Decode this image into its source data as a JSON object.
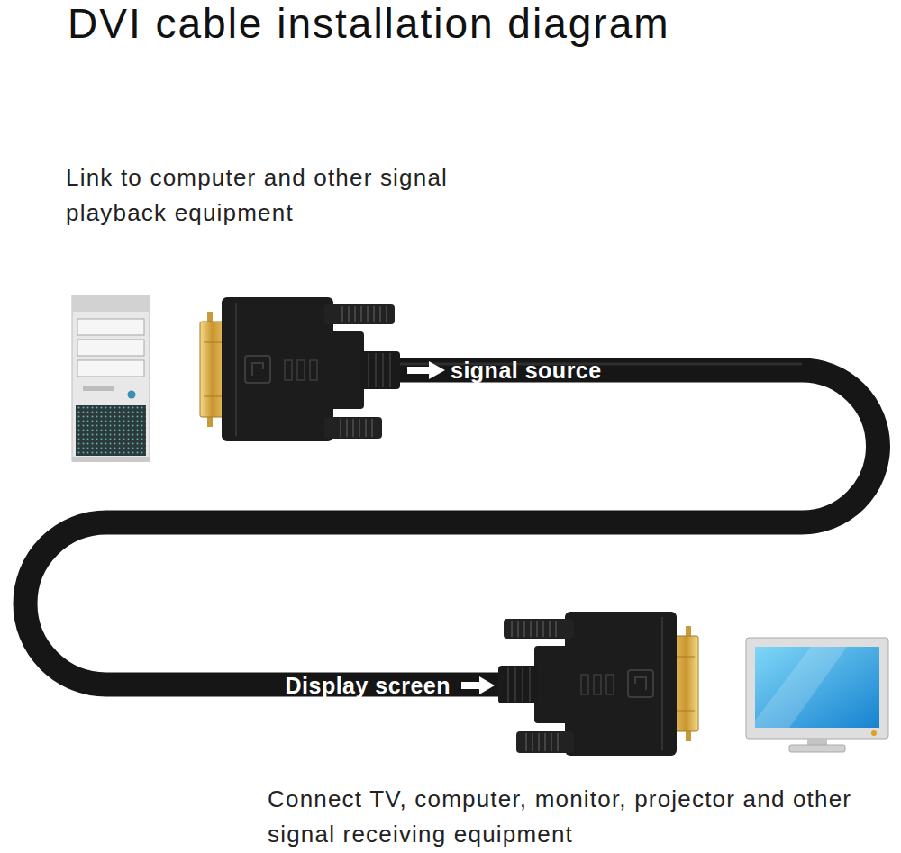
{
  "diagram": {
    "title": "DVI cable installation diagram",
    "labels": [
      "Link to computer and other signal playback equipment",
      "signal source",
      "Display screen",
      "Connect TV, computer, monitor, projector and other signal receiving equipment"
    ]
  }
}
